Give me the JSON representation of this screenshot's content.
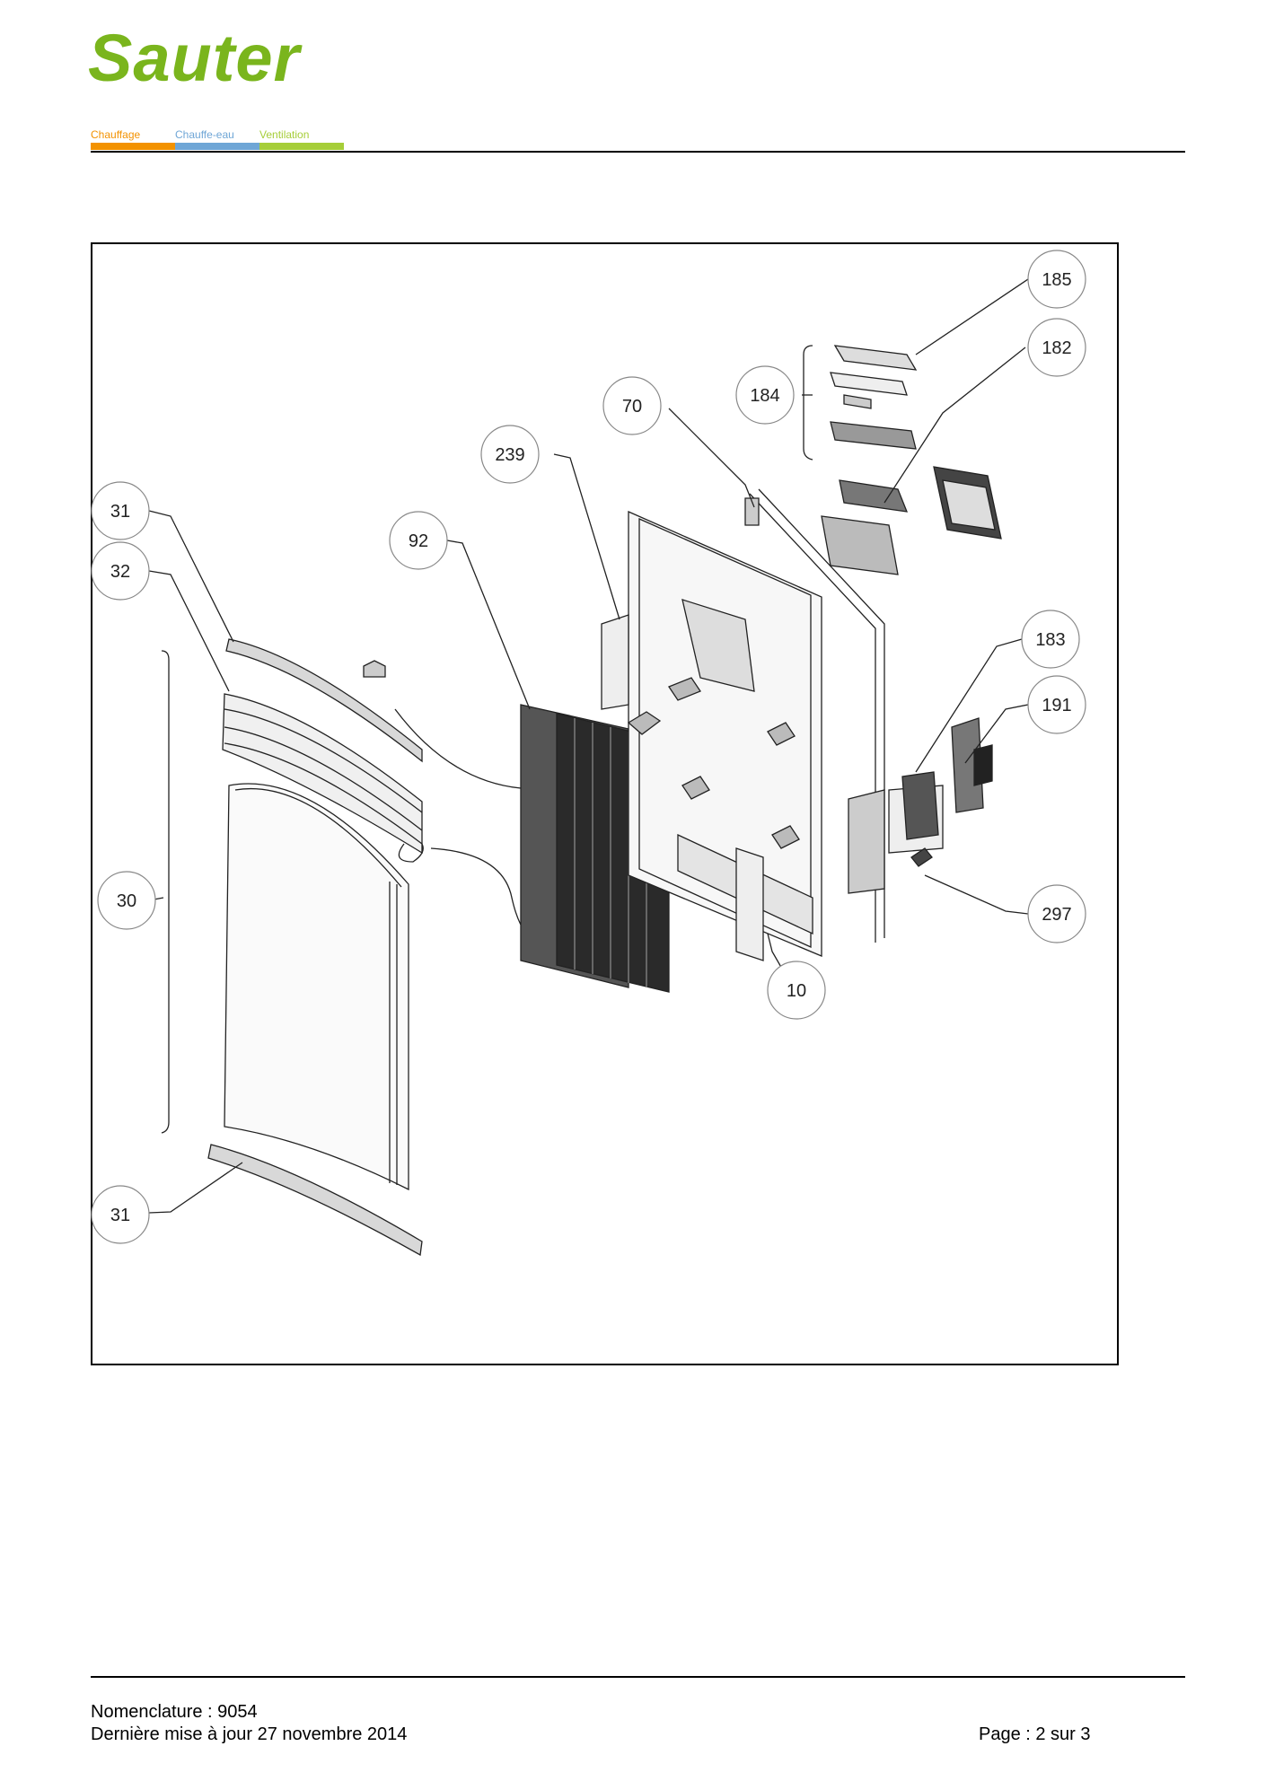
{
  "header": {
    "brand": "Sauter",
    "brand_color": "#7ab51d",
    "categories": [
      {
        "label": "Chauffage",
        "color": "#f39200"
      },
      {
        "label": "Chauffe-eau",
        "color": "#6fa6d6"
      },
      {
        "label": "Ventilation",
        "color": "#a6ce39"
      }
    ]
  },
  "diagram": {
    "callouts": [
      "185",
      "182",
      "184",
      "70",
      "239",
      "31",
      "92",
      "32",
      "183",
      "191",
      "30",
      "297",
      "10",
      "31"
    ]
  },
  "footer": {
    "nomenclature": "Nomenclature : 9054",
    "updated": "Dernière mise à jour 27 novembre 2014",
    "page": "Page : 2 sur 3"
  }
}
